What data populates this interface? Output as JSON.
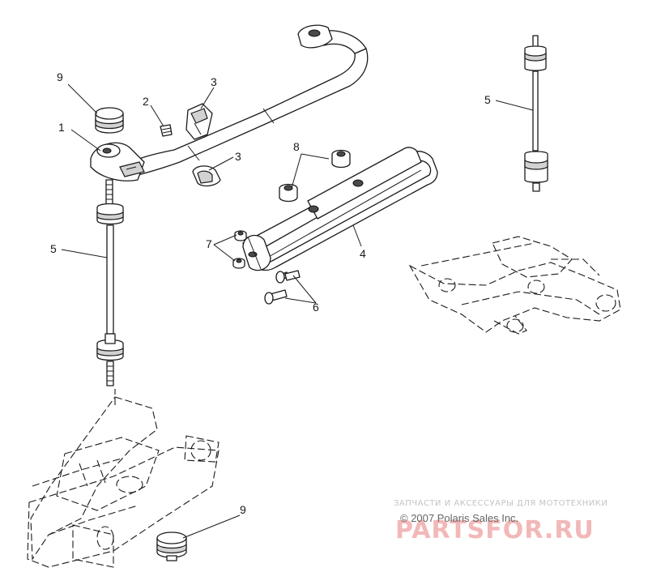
{
  "callouts": {
    "c1": "1",
    "c2": "2",
    "c3a": "3",
    "c3b": "3",
    "c4": "4",
    "c5a": "5",
    "c5b": "5",
    "c6": "6",
    "c7": "7",
    "c8": "8",
    "c9a": "9",
    "c9b": "9"
  },
  "watermark": {
    "top_text": "ЗАПЧАСТИ И АКСЕССУАРЫ ДЛЯ МОТОТЕХНИКИ",
    "copyright": "© 2007 Polaris Sales Inc.",
    "site": "PARTSFOR.RU"
  },
  "colors": {
    "line": "#1a1a1a",
    "shade": "#d2d2d2",
    "watermark": "#f2b8b8"
  }
}
